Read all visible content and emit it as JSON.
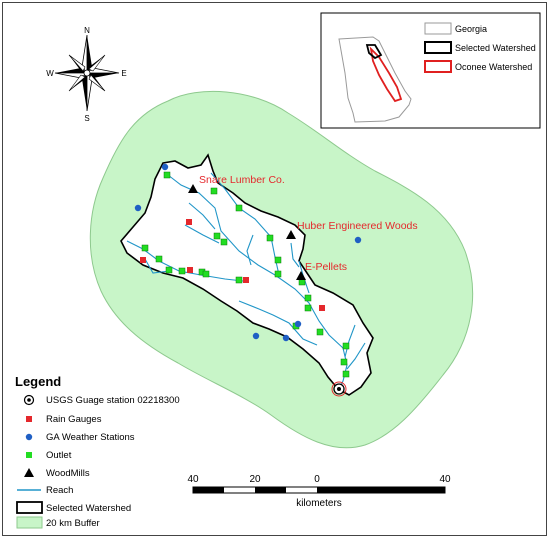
{
  "colors": {
    "buffer_fill": "#c8f5c8",
    "buffer_stroke": "#8ec98e",
    "watershed_stroke": "#000000",
    "reach": "#2196c8",
    "rain_gauge": "#e4282c",
    "weather_station": "#1f5fc4",
    "outlet": "#22dd22",
    "woodmill": "#000000",
    "label_red": "#e4282c",
    "oconee_red": "#e02020"
  },
  "map_labels": {
    "mill_snare": "Snare Lumber Co.",
    "mill_huber": "Huber Engineered Woods",
    "mill_epellets": "E-Pellets"
  },
  "compass": {
    "n": "N",
    "s": "S",
    "e": "E",
    "w": "W"
  },
  "inset": {
    "items": [
      {
        "label": "Georgia",
        "symbol": "outline-gray"
      },
      {
        "label": "Selected Watershed",
        "symbol": "outline-black"
      },
      {
        "label": "Oconee Watershed",
        "symbol": "outline-red"
      }
    ]
  },
  "legend": {
    "title": "Legend",
    "items": [
      {
        "label": "USGS Guage station 02218300",
        "symbol": "usgs-station-icon"
      },
      {
        "label": "Rain Gauges",
        "symbol": "rain-gauge-icon"
      },
      {
        "label": "GA Weather Stations",
        "symbol": "weather-station-icon"
      },
      {
        "label": "Outlet",
        "symbol": "outlet-icon"
      },
      {
        "label": "WoodMills",
        "symbol": "woodmill-icon"
      },
      {
        "label": "Reach",
        "symbol": "reach-line-icon"
      },
      {
        "label": "Selected Watershed",
        "symbol": "watershed-box-icon"
      },
      {
        "label": "20 km Buffer",
        "symbol": "buffer-box-icon"
      }
    ]
  },
  "scalebar": {
    "ticks": [
      "40",
      "20",
      "0",
      "40"
    ],
    "unit": "kilometers"
  }
}
